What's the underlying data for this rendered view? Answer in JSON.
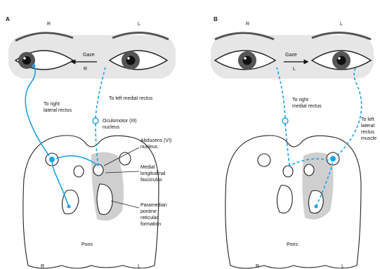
{
  "panelA": {
    "letter": "A",
    "side_right": "R",
    "side_left": "L",
    "gaze_word": "Gaze",
    "gaze_dir": "R",
    "label_right_lateral": [
      "To right",
      "lateral rectus"
    ],
    "label_left_medial": "To left medial rectus",
    "label_oculomotor": [
      "Oculomotor (III)",
      "nucleus"
    ],
    "label_abducens": [
      "Abducens (VI)",
      "nucleus"
    ],
    "label_mlf": [
      "Medial",
      "longitudinal",
      "fasciculus"
    ],
    "label_pprf": [
      "Paramedian",
      "pontine",
      "reticular",
      "formation"
    ],
    "pons_label": "Pons",
    "bottom_right": "R",
    "bottom_left": "L"
  },
  "panelB": {
    "letter": "B",
    "side_right": "R",
    "side_left": "L",
    "gaze_word": "Gaze",
    "gaze_dir": "L",
    "label_right_medial": [
      "To right",
      "medial rectus"
    ],
    "label_left_lateral": [
      "To left",
      "lateral",
      "rectus",
      "muscle"
    ],
    "pons_label": "Pons",
    "bottom_right": "R",
    "bottom_left": "L"
  },
  "colors": {
    "pathway": "#1aa3e6",
    "shading": "#cfcfcf"
  }
}
